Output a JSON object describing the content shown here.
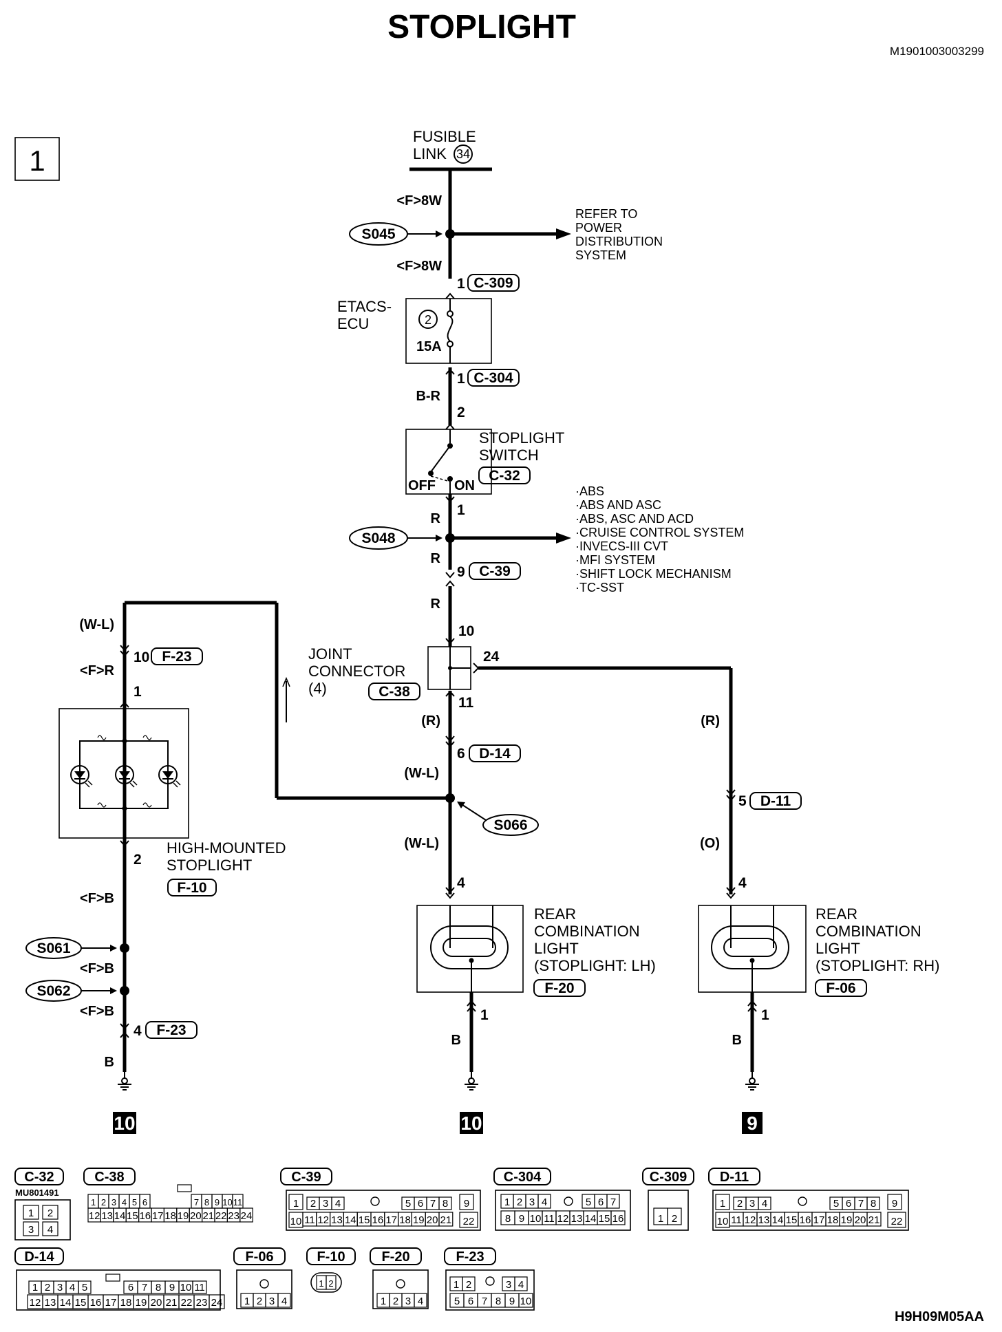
{
  "title": "STOPLIGHT",
  "doc_code": "M1901003003299",
  "figure_code": "H9H09M05AA",
  "page_index": "1",
  "fusible_link": {
    "line1": "FUSIBLE",
    "line2": "LINK",
    "number": "34"
  },
  "wires": {
    "f8w": "<F>8W",
    "br": "B-R",
    "r": "R",
    "wl_paren": "(W-L)",
    "fr": "<F>R",
    "r_paren": "(R)",
    "o_paren": "(O)",
    "fb": "<F>B",
    "b": "B"
  },
  "refer_to": [
    "REFER TO",
    "POWER",
    "DISTRIBUTION",
    "SYSTEM"
  ],
  "systems_list": [
    "·ABS",
    "·ABS AND ASC",
    "·ABS, ASC AND ACD",
    "·CRUISE CONTROL SYSTEM",
    "·INVECS-III CVT",
    "·MFI SYSTEM",
    "·SHIFT LOCK MECHANISM",
    "·TC-SST"
  ],
  "splices": {
    "s045": "S045",
    "s048": "S048",
    "s066": "S066",
    "s061": "S061",
    "s062": "S062"
  },
  "etacs": {
    "line1": "ETACS-",
    "line2": "ECU",
    "fuse_no": "2",
    "rating": "15A"
  },
  "stoplight_switch": {
    "line1": "STOPLIGHT",
    "line2": "SWITCH",
    "off": "OFF",
    "on": "ON"
  },
  "joint_connector": {
    "line1": "JOINT",
    "line2": "CONNECTOR",
    "line3": "(4)"
  },
  "high_mounted": {
    "line1": "HIGH-MOUNTED",
    "line2": "STOPLIGHT"
  },
  "rear_lh": {
    "line1": "REAR",
    "line2": "COMBINATION",
    "line3": "LIGHT",
    "line4": "(STOPLIGHT: LH)"
  },
  "rear_rh": {
    "line1": "REAR",
    "line2": "COMBINATION",
    "line3": "LIGHT",
    "line4": "(STOPLIGHT: RH)"
  },
  "connectors": {
    "c309": "C-309",
    "c304": "C-304",
    "c32": "C-32",
    "c39": "C-39",
    "c38": "C-38",
    "f23": "F-23",
    "d14": "D-14",
    "d11": "D-11",
    "f10": "F-10",
    "f20": "F-20",
    "f06": "F-06"
  },
  "pins": {
    "p1": "1",
    "p2": "2",
    "p4": "4",
    "p5": "5",
    "p6": "6",
    "p9": "9",
    "p10": "10",
    "p11": "11",
    "p24": "24"
  },
  "ground_pages": {
    "left": "10",
    "center": "10",
    "right": "9"
  },
  "legend": {
    "c32_part": "MU801491",
    "c32_pins": [
      "1",
      "2",
      "3",
      "4"
    ],
    "c38_top": [
      "1",
      "2",
      "3",
      "4",
      "5",
      "6",
      "7",
      "8",
      "9",
      "10",
      "11"
    ],
    "c38_bot": [
      "12",
      "13",
      "14",
      "15",
      "16",
      "17",
      "18",
      "19",
      "20",
      "21",
      "22",
      "23",
      "24"
    ],
    "c39_top": [
      "1",
      "2",
      "3",
      "4",
      "5",
      "6",
      "7",
      "8",
      "9"
    ],
    "c39_bot": [
      "10",
      "11",
      "12",
      "13",
      "14",
      "15",
      "16",
      "17",
      "18",
      "19",
      "20",
      "21",
      "22"
    ],
    "c304_top": [
      "1",
      "2",
      "3",
      "4",
      "5",
      "6",
      "7"
    ],
    "c304_bot": [
      "8",
      "9",
      "10",
      "11",
      "12",
      "13",
      "14",
      "15",
      "16"
    ],
    "c309_pins": [
      "1",
      "2"
    ],
    "d11_top": [
      "1",
      "2",
      "3",
      "4",
      "5",
      "6",
      "7",
      "8",
      "9"
    ],
    "d11_bot": [
      "10",
      "11",
      "12",
      "13",
      "14",
      "15",
      "16",
      "17",
      "18",
      "19",
      "20",
      "21",
      "22"
    ],
    "d14_top": [
      "1",
      "2",
      "3",
      "4",
      "5",
      "6",
      "7",
      "8",
      "9",
      "10",
      "11"
    ],
    "d14_bot": [
      "12",
      "13",
      "14",
      "15",
      "16",
      "17",
      "18",
      "19",
      "20",
      "21",
      "22",
      "23",
      "24"
    ],
    "f06_pins": [
      "1",
      "2",
      "3",
      "4"
    ],
    "f10_pins": [
      "1",
      "2"
    ],
    "f20_pins": [
      "1",
      "2",
      "3",
      "4"
    ],
    "f23_top": [
      "1",
      "2",
      "3",
      "4"
    ],
    "f23_bot": [
      "5",
      "6",
      "7",
      "8",
      "9",
      "10"
    ]
  }
}
